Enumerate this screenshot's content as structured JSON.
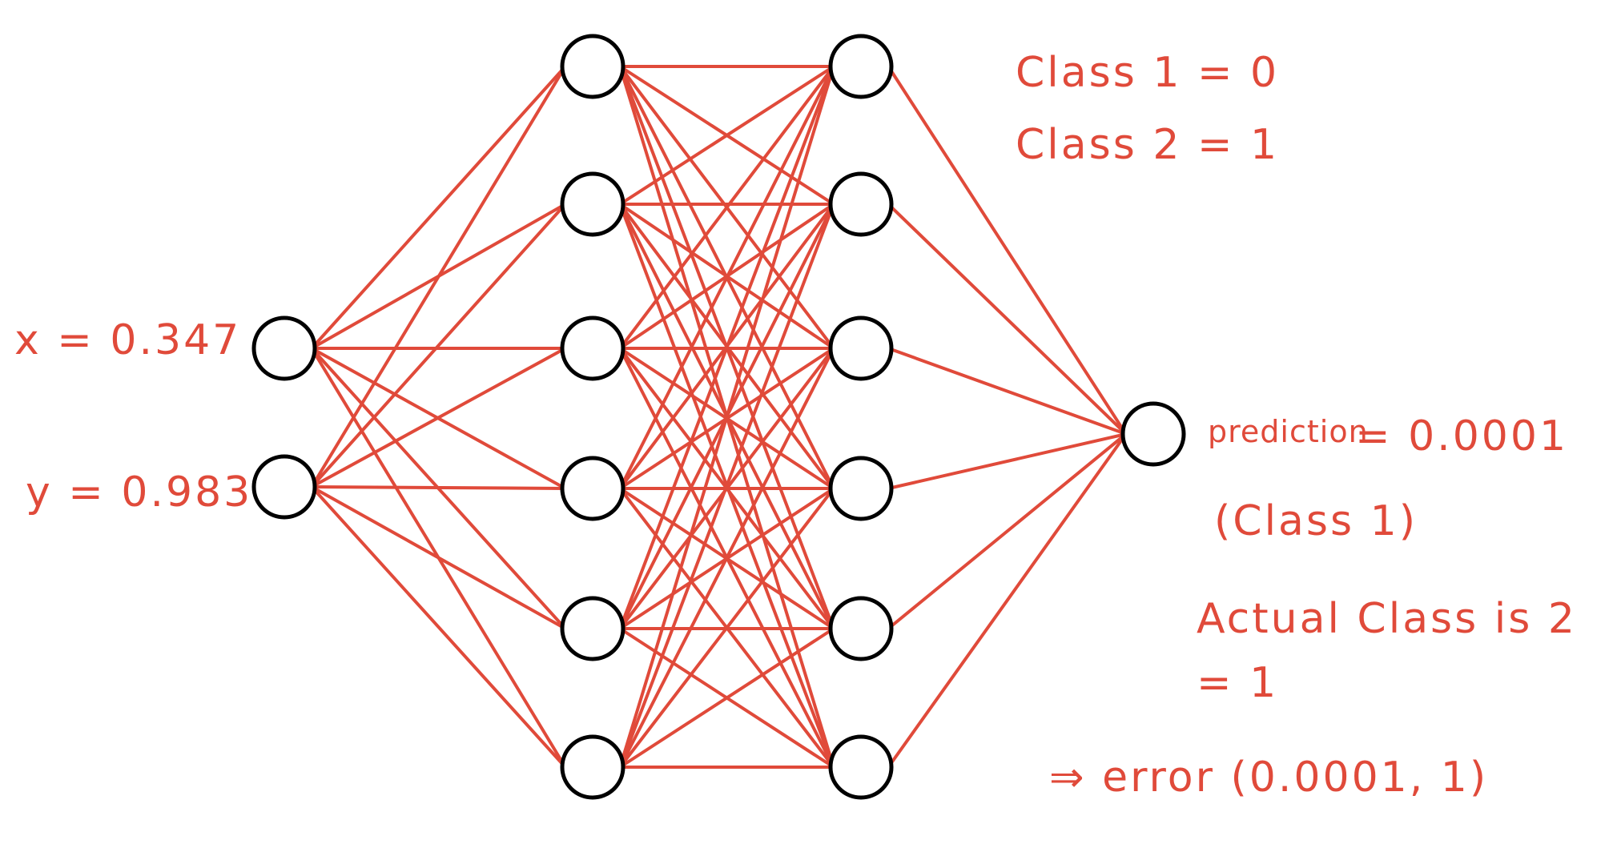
{
  "diagram": {
    "colors": {
      "edge": "#e04a3a",
      "node_stroke": "#000000",
      "node_fill": "#ffffff",
      "text": "#e04a3a"
    },
    "layers": [
      {
        "name": "input",
        "size": 2
      },
      {
        "name": "hidden-1",
        "size": 6
      },
      {
        "name": "hidden-2",
        "size": 6
      },
      {
        "name": "output",
        "size": 1
      }
    ],
    "connectivity": "fully-connected",
    "inputs": {
      "x_label": "x = 0.347",
      "y_label": "y = 0.983"
    },
    "class_mapping": {
      "class1": "Class 1 = 0",
      "class2": "Class 2 = 1"
    },
    "output": {
      "prediction_word": "prediction",
      "prediction_value": "= 0.0001",
      "predicted_class": "(Class 1)",
      "actual_line1": "Actual Class is 2",
      "actual_line2": "= 1",
      "error": "⇒ error (0.0001, 1)"
    }
  }
}
